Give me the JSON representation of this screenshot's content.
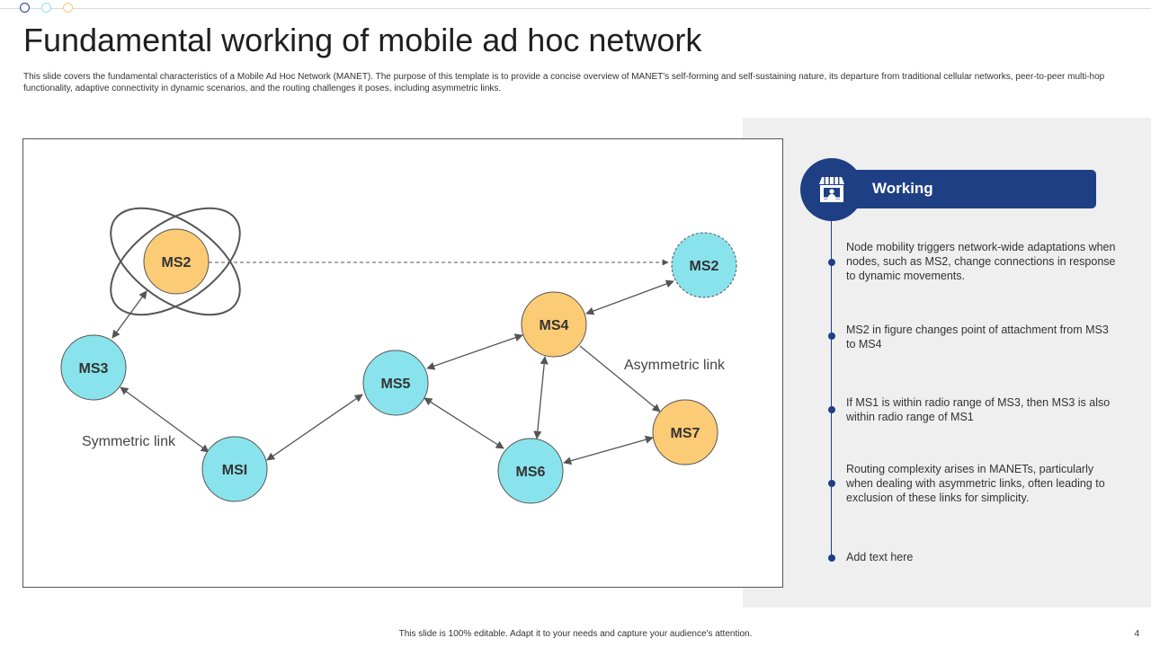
{
  "slide": {
    "title": "Fundamental working of mobile ad hoc network",
    "subtitle": "This slide covers the fundamental characteristics of a Mobile Ad Hoc Network (MANET). The purpose of this template is to provide a concise overview of MANET's self-forming and self-sustaining nature, its departure from traditional cellular networks, peer-to-peer multi-hop functionality, adaptive connectivity in dynamic scenarios, and the routing challenges it poses, including asymmetric links.",
    "footer": "This slide is 100% editable. Adapt it to your needs and capture your audience's attention.",
    "page_number": "4"
  },
  "colors": {
    "node_cyan": "#89e3ec",
    "node_orange": "#fbcb75",
    "accent_navy": "#1f3f84",
    "panel_gray": "#efeff0"
  },
  "diagram": {
    "nodes": {
      "ms2_old": "MS2",
      "ms2_new": "MS2",
      "ms3": "MS3",
      "ms4": "MS4",
      "ms5": "MS5",
      "ms1": "MSI",
      "ms6": "MS6",
      "ms7": "MS7"
    },
    "labels": {
      "symmetric": "Symmetric link",
      "asymmetric": "Asymmetric link"
    }
  },
  "working": {
    "header": "Working",
    "icon": "store-icon",
    "points": [
      "Node mobility triggers network-wide  adaptations when nodes, such as MS2, change connections in response to dynamic movements.",
      "MS2 in figure changes point of attachment from MS3 to MS4",
      "If MS1 is within radio range  of MS3, then MS3 is also within radio range of MS1",
      "Routing complexity arises in MANETs, particularly when dealing with asymmetric links, often leading to exclusion of these links for simplicity.",
      "Add text here"
    ]
  }
}
